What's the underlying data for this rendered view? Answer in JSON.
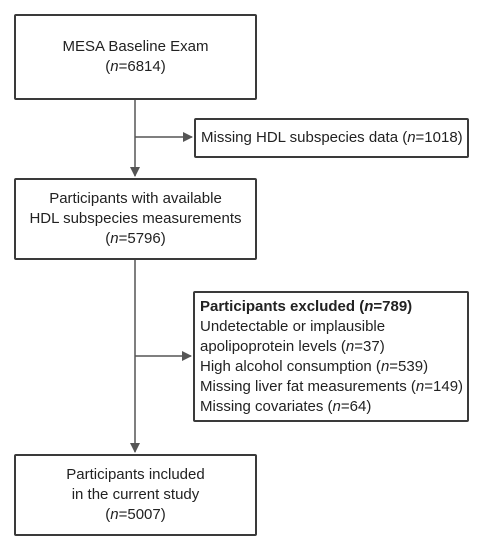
{
  "boxes": {
    "baseline": {
      "lines": [
        "MESA Baseline Exam"
      ],
      "n_prefix": "(",
      "n_letter": "n",
      "n_value": "=6814)"
    },
    "missing_hdl": {
      "text": "Missing HDL subspecies data (",
      "n_letter": "n",
      "n_value": "=1018)"
    },
    "available": {
      "lines": [
        "Participants with available",
        "HDL subspecies measurements"
      ],
      "n_prefix": "(",
      "n_letter": "n",
      "n_value": "=5796)"
    },
    "excluded": {
      "title_text": "Participants excluded (",
      "title_n_letter": "n",
      "title_n_value": "=789)",
      "items": [
        {
          "text": "Undetectable or implausible",
          "n_letter": "",
          "n_value": ""
        },
        {
          "text": "apolipoprotein levels (",
          "n_letter": "n",
          "n_value": "=37)"
        },
        {
          "text": "High alcohol consumption  (",
          "n_letter": "n",
          "n_value": "=539)"
        },
        {
          "text": "Missing liver fat measurements (",
          "n_letter": "n",
          "n_value": "=149)"
        },
        {
          "text": "Missing covariates (",
          "n_letter": "n",
          "n_value": "=64)"
        }
      ]
    },
    "included": {
      "lines": [
        "Participants included",
        "in the current study"
      ],
      "n_prefix": "(",
      "n_letter": "n",
      "n_value": "=5007)"
    }
  },
  "colors": {
    "border": "#3a3a3a",
    "arrow": "#555555",
    "text": "#222222"
  }
}
